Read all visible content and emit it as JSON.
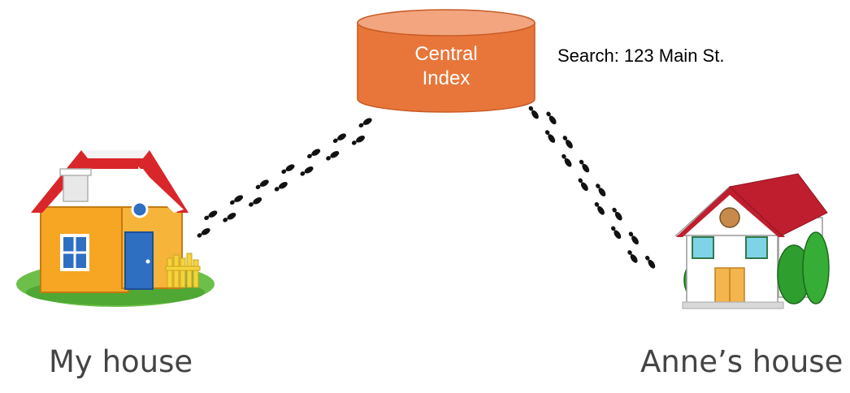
{
  "central_index": {
    "label_line1": "Central",
    "label_line2": "Index",
    "color": "#E8763A",
    "top_color": "#F2A57E"
  },
  "search_text": "Search: 123 Main St.",
  "my_house": {
    "label": "My house"
  },
  "annes_house": {
    "label": "Anne’s house"
  }
}
